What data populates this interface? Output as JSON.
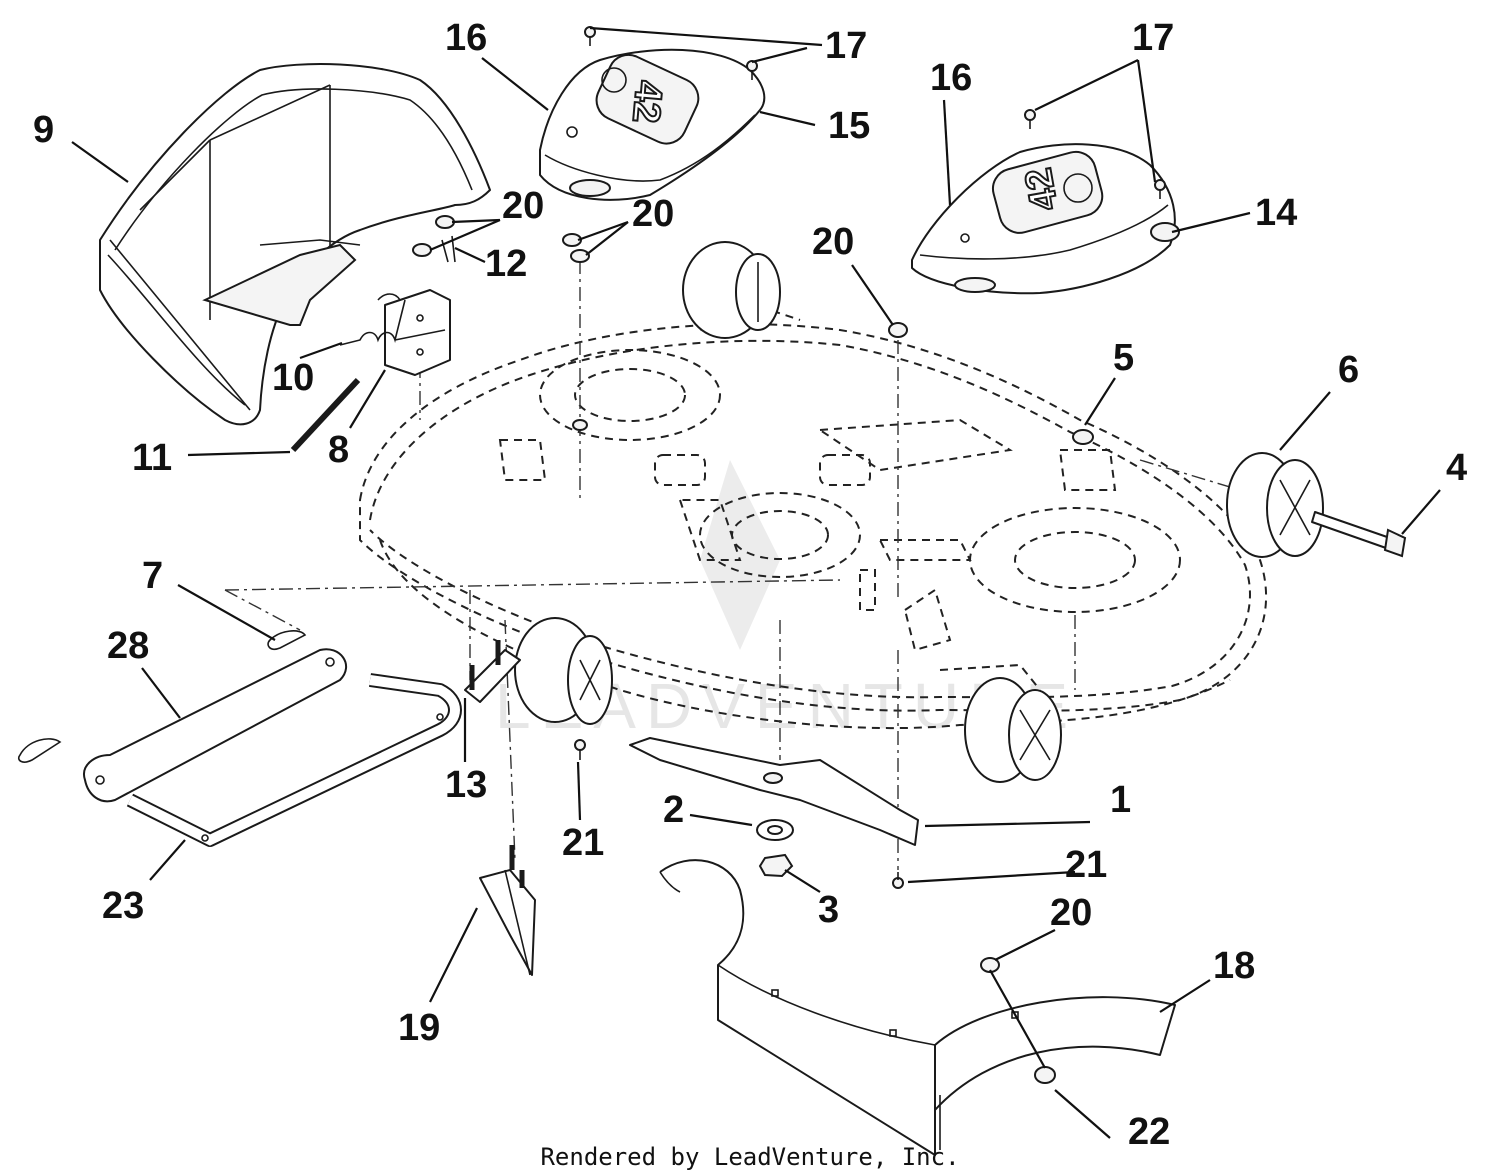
{
  "watermark": "LEADVENTURE",
  "footer": "Rendered by LeadVenture, Inc.",
  "cover_badge": "42",
  "callouts": [
    "1",
    "2",
    "3",
    "4",
    "5",
    "6",
    "7",
    "8",
    "9",
    "10",
    "11",
    "12",
    "13",
    "14",
    "15",
    "16",
    "16",
    "17",
    "17",
    "18",
    "19",
    "20",
    "20",
    "20",
    "20",
    "21",
    "21",
    "22",
    "23",
    "28"
  ]
}
